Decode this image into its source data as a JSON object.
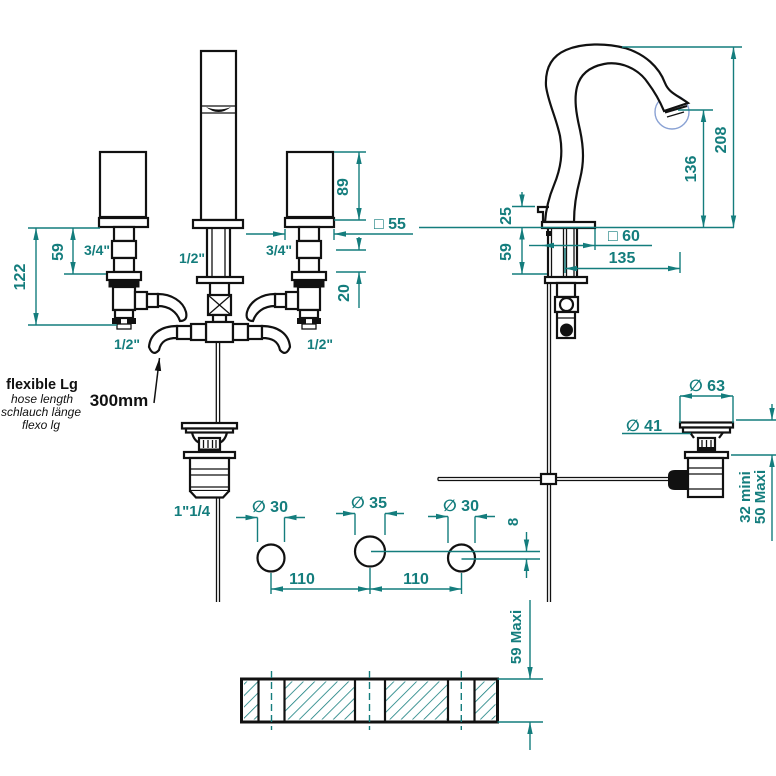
{
  "drawing": {
    "type": "technical-dimension-drawing",
    "subject": "3-hole basin mixer with swan-neck spout and pop-up waste",
    "colors": {
      "line": "#111111",
      "dimension": "#147d7d",
      "highlight": "#8aa2d4",
      "background": "#ffffff"
    }
  },
  "labels": {
    "front": {
      "h122": "122",
      "h59": "59",
      "t34l": "3/4\"",
      "t12c": "1/2\"",
      "t34r": "3/4\"",
      "h89": "89",
      "sq55": "□ 55",
      "d20": "20",
      "t12bl": "1/2\"",
      "t12br": "1/2\"",
      "waste": "1\"1/4"
    },
    "note": {
      "l1": "flexible Lg",
      "l2": "hose length",
      "l3": "schlauch länge",
      "l4": "flexo lg",
      "value": "300mm"
    },
    "side": {
      "h208": "208",
      "h136": "136",
      "h25": "25",
      "h59": "59",
      "sq60": "□ 60",
      "r135": "135"
    },
    "drain": {
      "d63": "∅ 63",
      "d41": "∅ 41",
      "min": "32  mini",
      "max": "50 Maxi"
    },
    "holes": {
      "dl": "∅ 30",
      "dc": "∅ 35",
      "dr": "∅ 30",
      "s1": "110",
      "s2": "110",
      "off": "8",
      "slab": "59  Maxi"
    }
  }
}
